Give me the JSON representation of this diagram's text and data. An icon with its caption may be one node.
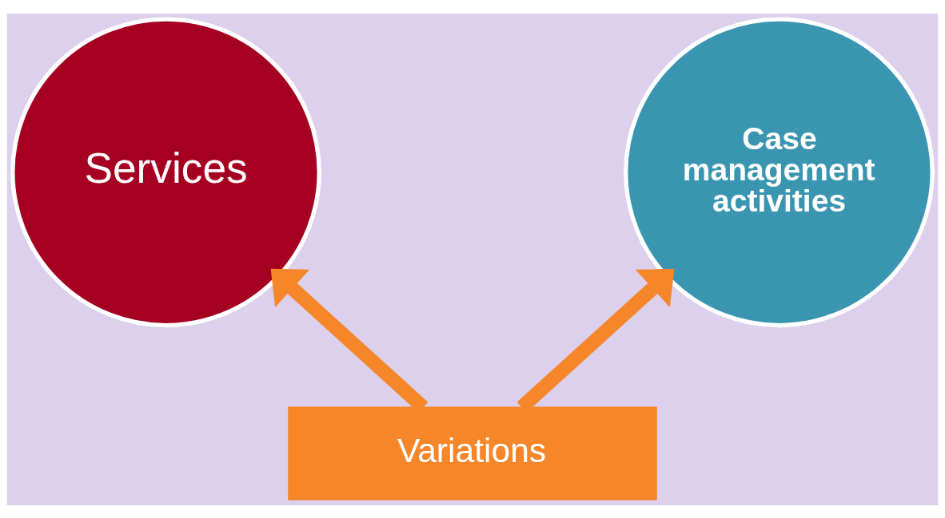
{
  "diagram": {
    "nodes": [
      {
        "text": [
          "Services"
        ]
      },
      {
        "text": [
          "Case management activities"
        ]
      },
      {
        "text": [
          "Variations"
        ]
      }
    ],
    "edges": [
      {
        "from": 2,
        "to": 0,
        "arrow": "to"
      },
      {
        "from": 2,
        "to": 1,
        "arrow": "to"
      }
    ]
  }
}
